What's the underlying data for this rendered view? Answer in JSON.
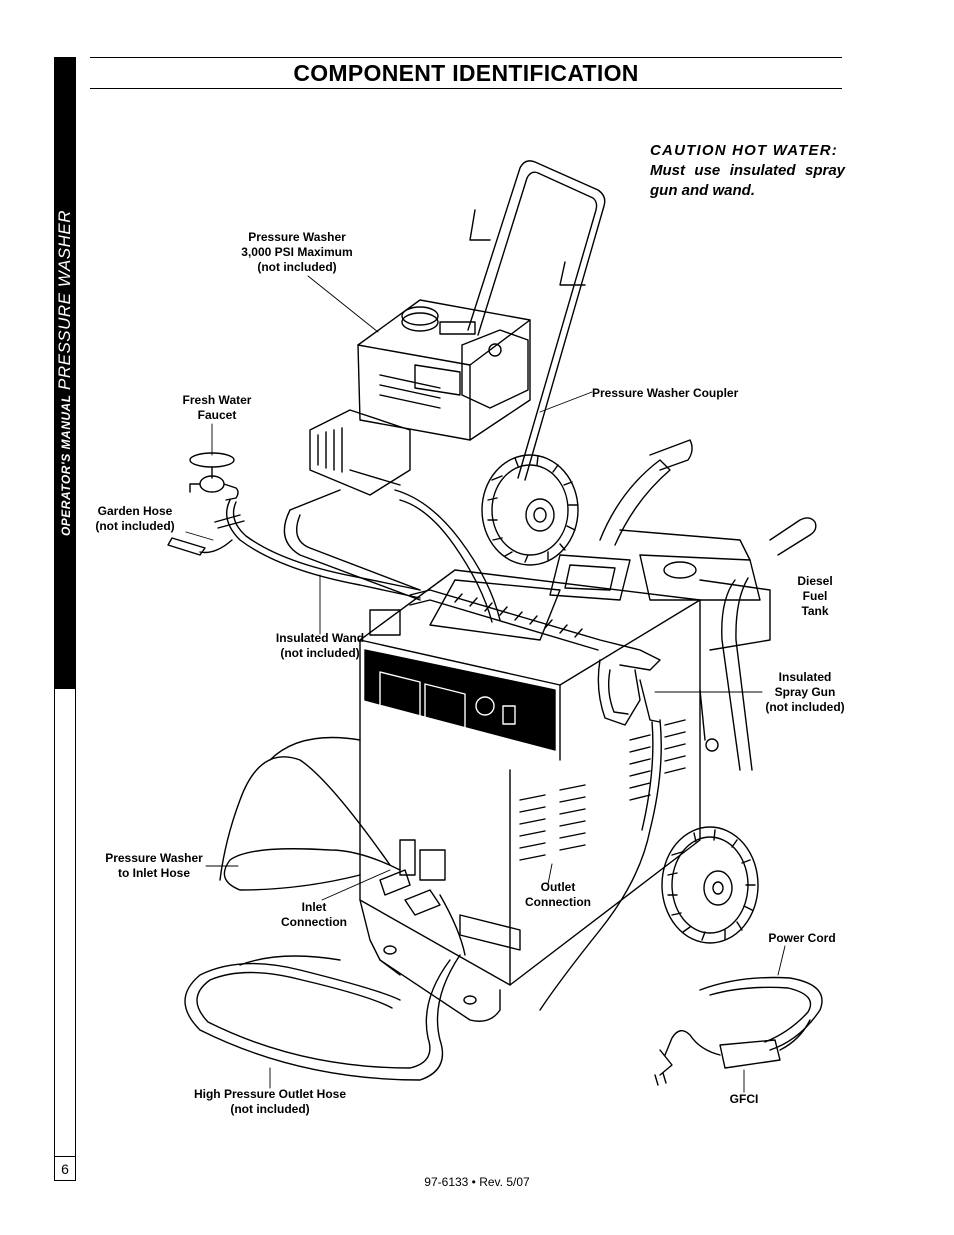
{
  "sidebar": {
    "manual_label": "OPERATOR'S MANUAL",
    "product_label": "PRESSURE WASHER",
    "page_number": "6"
  },
  "header": {
    "title": "COMPONENT IDENTIFICATION"
  },
  "caution": {
    "line1": "CAUTION HOT WATER:",
    "line2": "Must use insulated spray gun and wand."
  },
  "labels": {
    "pressure_washer": [
      "Pressure Washer",
      "3,000 PSI Maximum",
      "(not included)"
    ],
    "fresh_water_faucet": [
      "Fresh Water",
      "Faucet"
    ],
    "pressure_washer_coupler": [
      "Pressure Washer Coupler"
    ],
    "garden_hose": [
      "Garden Hose",
      "(not included)"
    ],
    "diesel_fuel_tank": [
      "Diesel",
      "Fuel",
      "Tank"
    ],
    "insulated_wand": [
      "Insulated Wand",
      "(not included)"
    ],
    "insulated_spray_gun": [
      "Insulated",
      "Spray Gun",
      "(not included)"
    ],
    "pressure_washer_inlet_hose": [
      "Pressure Washer",
      "to Inlet Hose"
    ],
    "outlet_connection": [
      "Outlet",
      "Connection"
    ],
    "inlet_connection": [
      "Inlet",
      "Connection"
    ],
    "power_cord": [
      "Power Cord"
    ],
    "high_pressure_outlet_hose": [
      "High Pressure Outlet Hose",
      "(not included)"
    ],
    "gfci": [
      "GFCI"
    ]
  },
  "footer": {
    "doc_number": "97-6133  •  Rev. 5/07"
  }
}
